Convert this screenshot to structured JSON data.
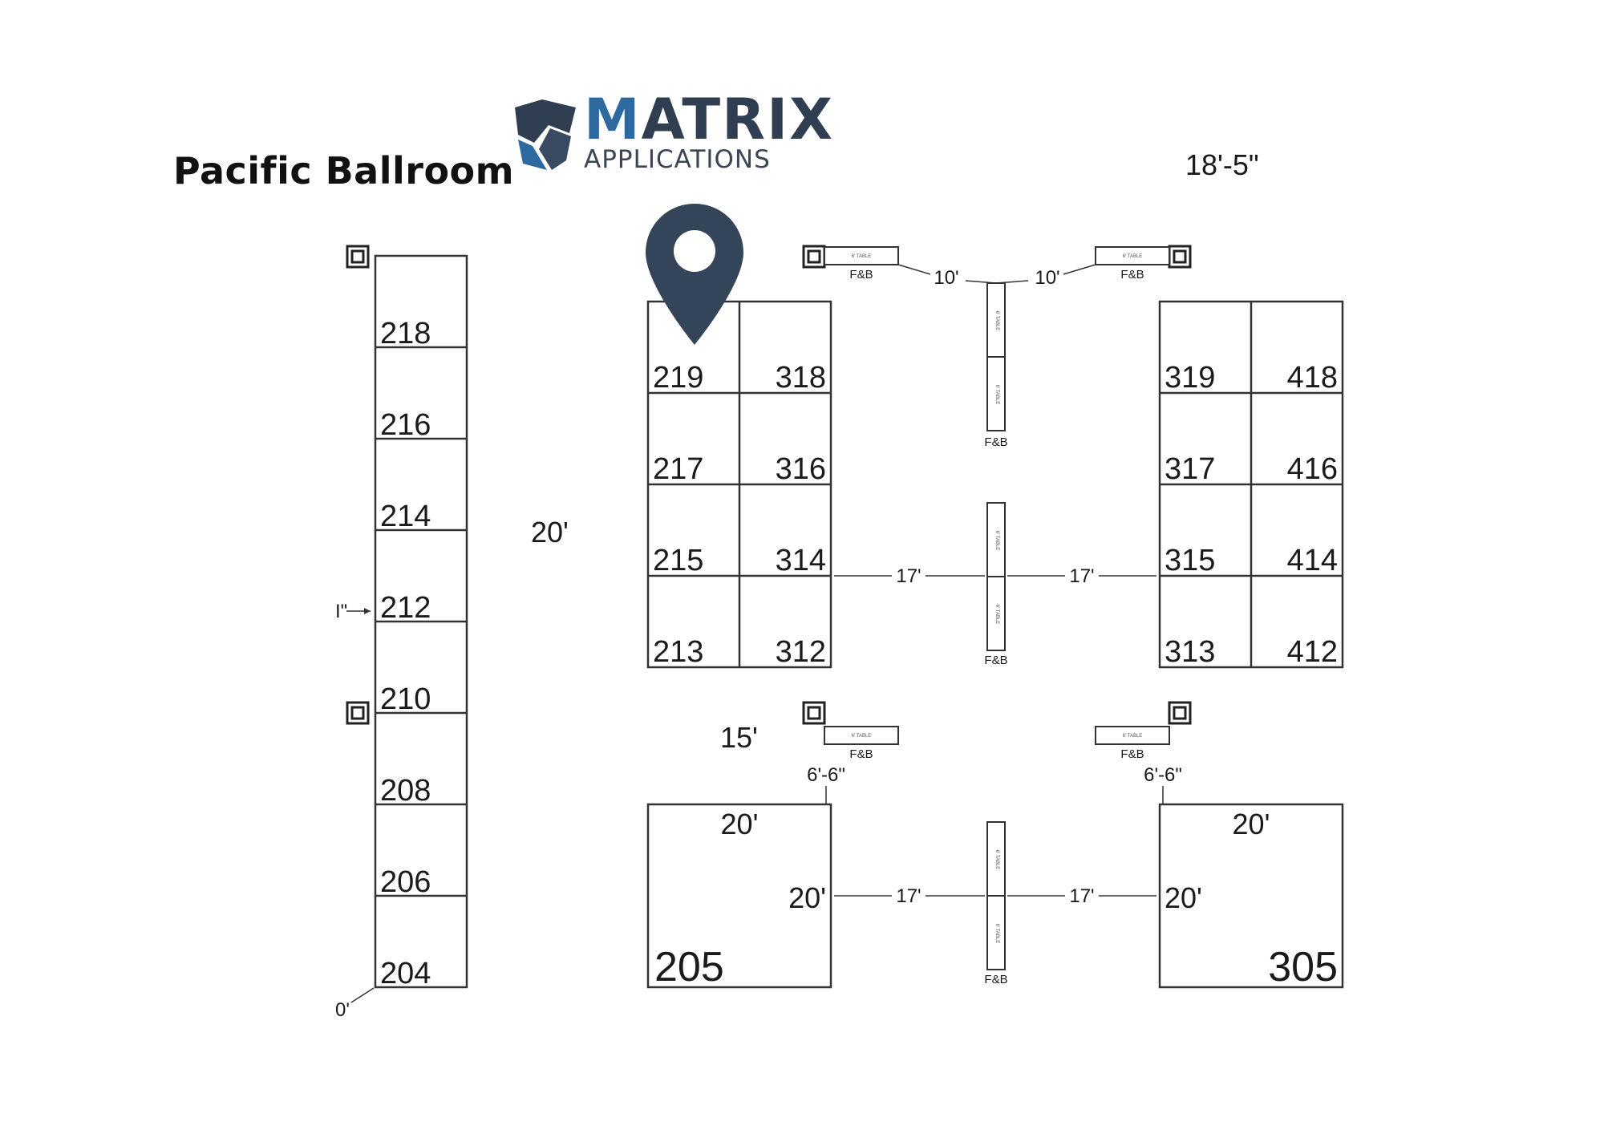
{
  "room_title": "Pacific Ballroom",
  "logo": {
    "word1": "MATRIX",
    "word2": "APPLICATIONS",
    "primary_color": "#2f3e51",
    "accent_color": "#2e6aa0"
  },
  "marker": {
    "icon": "map-pin-icon",
    "color": "#354559"
  },
  "top_dimension": "18'-5\"",
  "side_dimension": "20'",
  "aisle_dimension_left_col": "15'",
  "left_column_booths": [
    "218",
    "216",
    "214",
    "212",
    "210",
    "208",
    "206",
    "204"
  ],
  "block_left": {
    "rows": [
      [
        "219",
        "318"
      ],
      [
        "217",
        "316"
      ],
      [
        "215",
        "314"
      ],
      [
        "213",
        "312"
      ]
    ]
  },
  "block_right": {
    "rows": [
      [
        "319",
        "418"
      ],
      [
        "317",
        "416"
      ],
      [
        "315",
        "414"
      ],
      [
        "313",
        "412"
      ]
    ]
  },
  "island_left": {
    "number": "205",
    "width": "20'",
    "depth": "20'"
  },
  "island_right": {
    "number": "305",
    "width": "20'",
    "depth": "20'"
  },
  "fb_label": "F&B",
  "table_label": "6' TABLE",
  "aisle_10": "10'",
  "aisle_17": "17'",
  "offset_66": "6'-6\"",
  "edge_partial_left": "I\"",
  "edge_partial_bottom": "0'",
  "colors": {
    "line": "#333333",
    "marker": "#354559"
  }
}
